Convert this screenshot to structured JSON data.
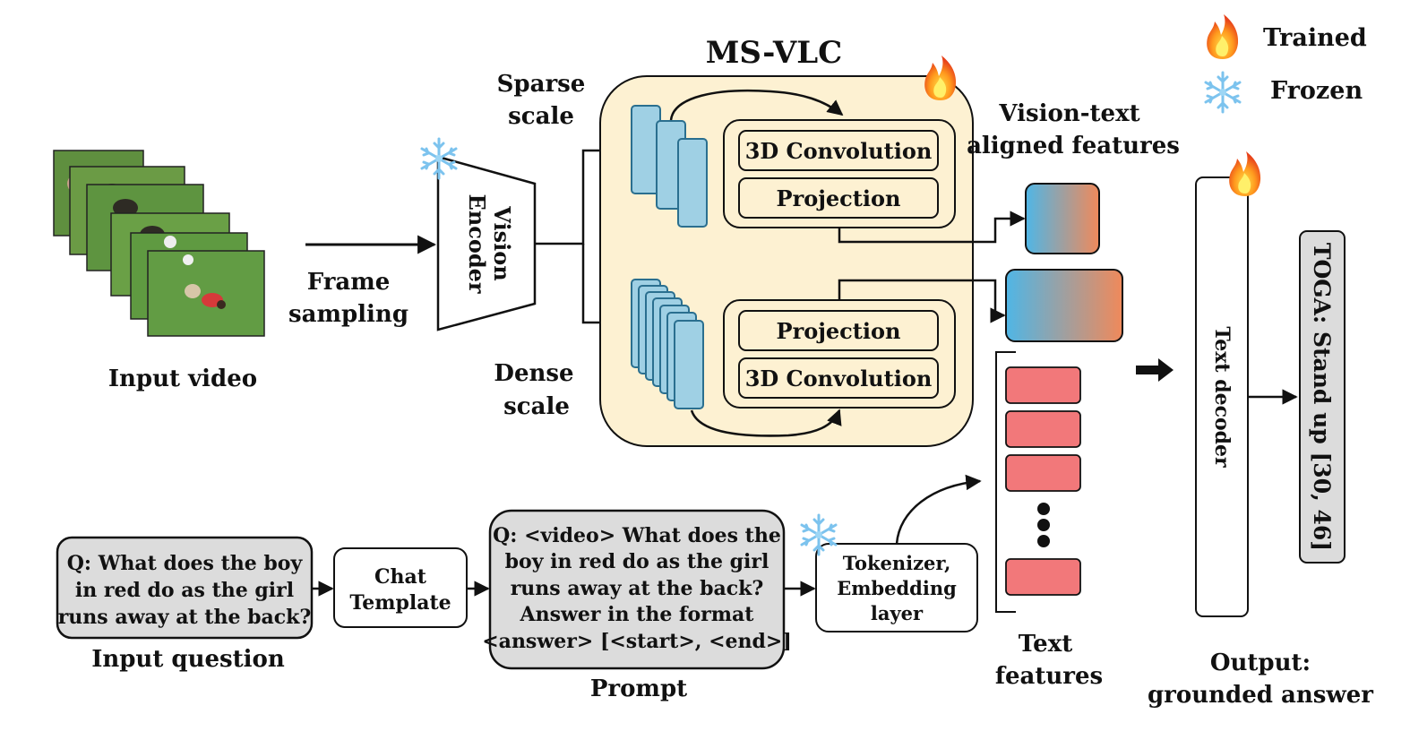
{
  "title": "MS-VLC",
  "legend": {
    "trained": "Trained",
    "frozen": "Frozen",
    "trained_icon": "fire-icon",
    "frozen_icon": "snowflake-icon"
  },
  "input": {
    "video_label": "Input video",
    "frame_sampling": [
      "Frame",
      "sampling"
    ],
    "question_label": "Input question",
    "question_text": [
      "Q: What does the boy",
      "in red do as the girl",
      "runs away at the back?"
    ]
  },
  "encoder": {
    "label": [
      "Vision",
      "Encoder"
    ]
  },
  "scales": {
    "sparse": [
      "Sparse",
      "scale"
    ],
    "dense": [
      "Dense",
      "scale"
    ]
  },
  "modules": {
    "conv": "3D Convolution",
    "proj": "Projection"
  },
  "vision_text": [
    "Vision-text",
    "aligned features"
  ],
  "chat_template": [
    "Chat",
    "Template"
  ],
  "prompt": {
    "label": "Prompt",
    "text": [
      "Q: <video> What does the",
      "boy in red do as the girl",
      "runs away at the back?",
      "Answer in the format",
      "<answer> [<start>, <end>]"
    ]
  },
  "tokenizer": [
    "Tokenizer,",
    "Embedding",
    "layer"
  ],
  "text_features": [
    "Text",
    "features"
  ],
  "decoder": "Text decoder",
  "answer": "TOGA: Stand up [30, 46]",
  "output": [
    "Output:",
    "grounded answer"
  ],
  "colors": {
    "frame_fill": "#9fd0e4",
    "frame_stroke": "#2a6f8f",
    "msvlc_fill": "#fdf1d2",
    "token_fill": "#f2787a",
    "grad_start": "#4fb6e6",
    "grad_end": "#f0895a",
    "gray_box": "#dcdcdc"
  }
}
